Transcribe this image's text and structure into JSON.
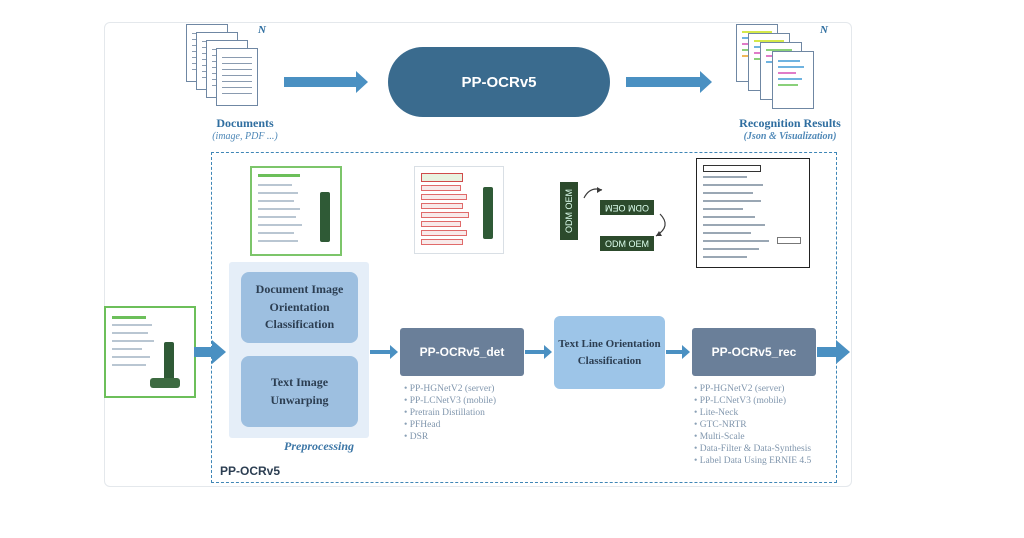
{
  "top": {
    "documents_label": "Documents",
    "documents_sub": "(image, PDF ...)",
    "center_title": "PP-OCRv5",
    "results_label": "Recognition Results",
    "results_sub": "(Json & Visualization)",
    "n_label": "N"
  },
  "preprocessing": {
    "box1": "Document Image Orientation Classification",
    "box2": "Text Image Unwarping",
    "label": "Preprocessing"
  },
  "det": {
    "title": "PP-OCRv5_det",
    "features": [
      "PP-HGNetV2 (server)",
      "PP-LCNetV3 (mobile)",
      "Pretrain Distillation",
      "PFHead",
      "DSR"
    ]
  },
  "tlc": {
    "title": "Text Line Orientation Classification"
  },
  "rec": {
    "title": "PP-OCRv5_rec",
    "features": [
      "PP-HGNetV2 (server)",
      "PP-LCNetV3 (mobile)",
      "Lite-Neck",
      "GTC-NRTR",
      "Multi-Scale",
      "Data-Filter & Data-Synthesis",
      "Label Data Using ERNIE 4.5"
    ]
  },
  "pipeline_label": "PP-OCRv5",
  "samples": {
    "orientation_text": "ODM OEM"
  },
  "colors": {
    "arrow": "#3f86b6",
    "pill": "#3a6b8e",
    "model_box": "#6a7f99",
    "prep_box": "#9dbfe0",
    "tlc_box": "#9dc5e8"
  }
}
